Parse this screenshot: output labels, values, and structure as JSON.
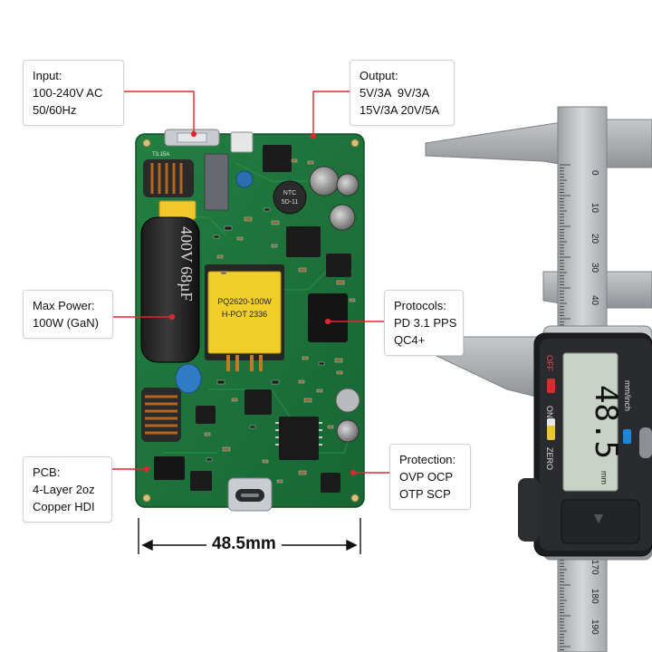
{
  "callouts": {
    "input": {
      "title": "Input:",
      "lines": [
        "100-240V AC",
        "50/60Hz"
      ]
    },
    "output": {
      "title": "Output:",
      "lines": [
        "5V/3A  9V/3A",
        "15V/3A 20V/5A"
      ]
    },
    "max_power": {
      "title": "Max Power:",
      "lines": [
        "100W (GaN)"
      ]
    },
    "protocols": {
      "title": "Protocols:",
      "lines": [
        "PD 3.1 PPS",
        "QC4+"
      ]
    },
    "pcb": {
      "title": "PCB:",
      "lines": [
        "4-Layer 2oz",
        "Copper HDI"
      ]
    },
    "protection": {
      "title": "Protection:",
      "lines": [
        "OVP OCP",
        "OTP SCP"
      ]
    }
  },
  "dimension": {
    "label": "48.5mm"
  },
  "transformer": {
    "line1": "PQ2620-100W",
    "line2": "H-POT 2336"
  },
  "bulk_capacitor": {
    "text": "400V 68µF"
  },
  "ntc": {
    "line1": "NTC",
    "line2": "5D-11"
  },
  "fuse": {
    "text": "T3.15A"
  },
  "caliper": {
    "reading": "48.5",
    "unit": "mm",
    "scale_ticks_top": [
      "0",
      "10",
      "20",
      "30",
      "40"
    ],
    "scale_ticks_bottom": [
      "170",
      "180",
      "190"
    ],
    "buttons": {
      "off": "OFF",
      "on": "ON",
      "zero": "ZERO",
      "mode": "mm/inch"
    }
  },
  "colors": {
    "pcb": "#1f7a3c",
    "callout_line": "#e0262e",
    "transformer": "#f0cf2a",
    "caliper_steel": "#b9bcbf",
    "lcd": "#c9d2c6"
  }
}
